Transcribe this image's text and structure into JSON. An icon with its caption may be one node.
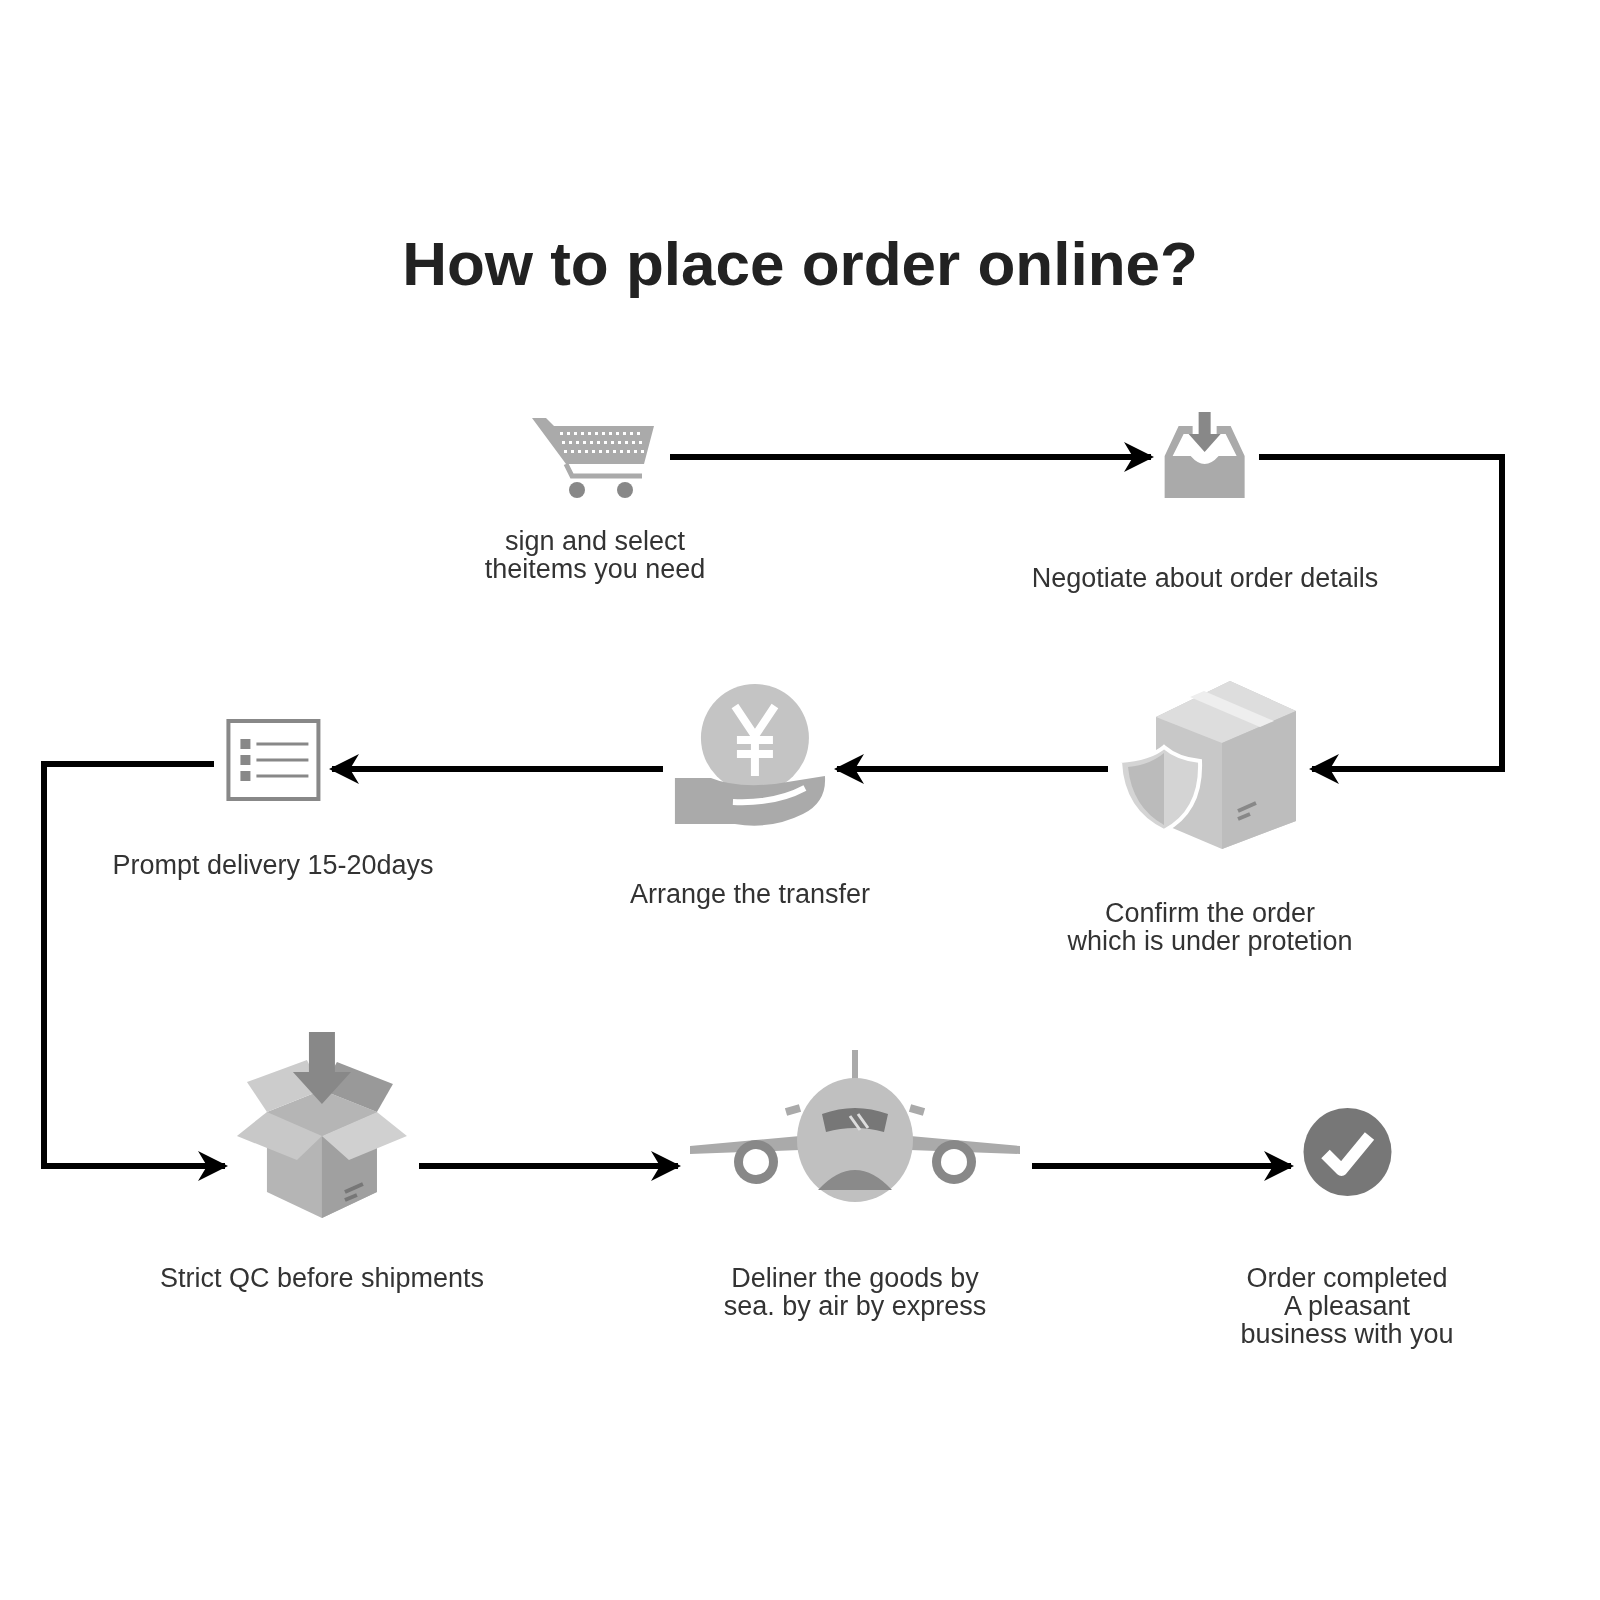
{
  "diagram": {
    "title": "How to place order online?",
    "nodes": [
      {
        "text": [
          "sign and select theitems you need"
        ]
      },
      {
        "text": [
          "Negotiate about order details"
        ]
      },
      {
        "text": [
          "Confirm the order which is under protetion"
        ]
      },
      {
        "text": [
          "Arrange the transfer"
        ]
      },
      {
        "text": [
          "Prompt delivery 15-20days"
        ]
      },
      {
        "text": [
          "Strict QC before shipments"
        ]
      },
      {
        "text": [
          "Deliner the goods by sea. by air by express"
        ]
      },
      {
        "text": [
          "Order completed A pleasant business with you"
        ]
      }
    ],
    "edges": [
      {
        "from": 0,
        "to": 1,
        "arrow": "to"
      },
      {
        "from": 1,
        "to": 2,
        "arrow": "to"
      },
      {
        "from": 2,
        "to": 3,
        "arrow": "to"
      },
      {
        "from": 3,
        "to": 4,
        "arrow": "to"
      },
      {
        "from": 4,
        "to": 5,
        "arrow": "to"
      },
      {
        "from": 5,
        "to": 6,
        "arrow": "to"
      },
      {
        "from": 6,
        "to": 7,
        "arrow": "to"
      }
    ]
  }
}
